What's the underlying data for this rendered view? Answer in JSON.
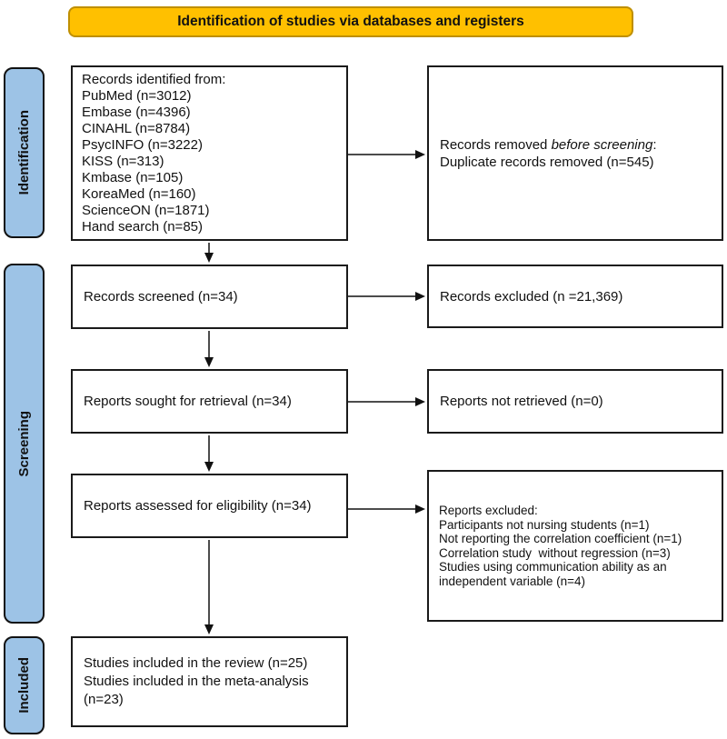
{
  "banner": {
    "label": "Identification of studies via databases and registers"
  },
  "stages": {
    "identification": "Identification",
    "screening": "Screening",
    "included": "Included"
  },
  "boxes": {
    "records_identified": {
      "lines": [
        "Records identified from:",
        "PubMed (n=3012)",
        "Embase (n=4396)",
        "CINAHL (n=8784)",
        "PsycINFO (n=3222)",
        "KISS (n=313)",
        "Kmbase (n=105)",
        "KoreaMed (n=160)",
        "ScienceON (n=1871)",
        "Hand search (n=85)"
      ]
    },
    "records_removed": {
      "prefix": "Records removed ",
      "italic": "before screening",
      "suffix": ":",
      "detail": "Duplicate records removed (n=545)"
    },
    "records_screened": {
      "label": "Records screened (n=34)"
    },
    "records_excluded": {
      "label": "Records excluded (n =21,369)"
    },
    "reports_sought": {
      "label": "Reports sought for retrieval (n=34)"
    },
    "reports_not_retrieved": {
      "label": "Reports not retrieved (n=0)"
    },
    "reports_assessed": {
      "label": "Reports assessed for eligibility (n=34)"
    },
    "reports_excluded": {
      "lines": [
        "Reports excluded:",
        "Participants not nursing students (n=1)",
        "Not reporting the correlation coefficient (n=1)",
        "Correlation study  without regression (n=3)",
        "Studies using communication ability as an independent variable (n=4)"
      ]
    },
    "studies_included": {
      "lines": [
        "Studies included in the review (n=25)",
        "Studies included in the meta-analysis",
        "(n=23)"
      ]
    }
  },
  "colors": {
    "banner_fill": "#FFC000",
    "banner_border": "#BF8F00",
    "stage_fill": "#9DC3E6",
    "box_border": "#1A1A1A"
  }
}
